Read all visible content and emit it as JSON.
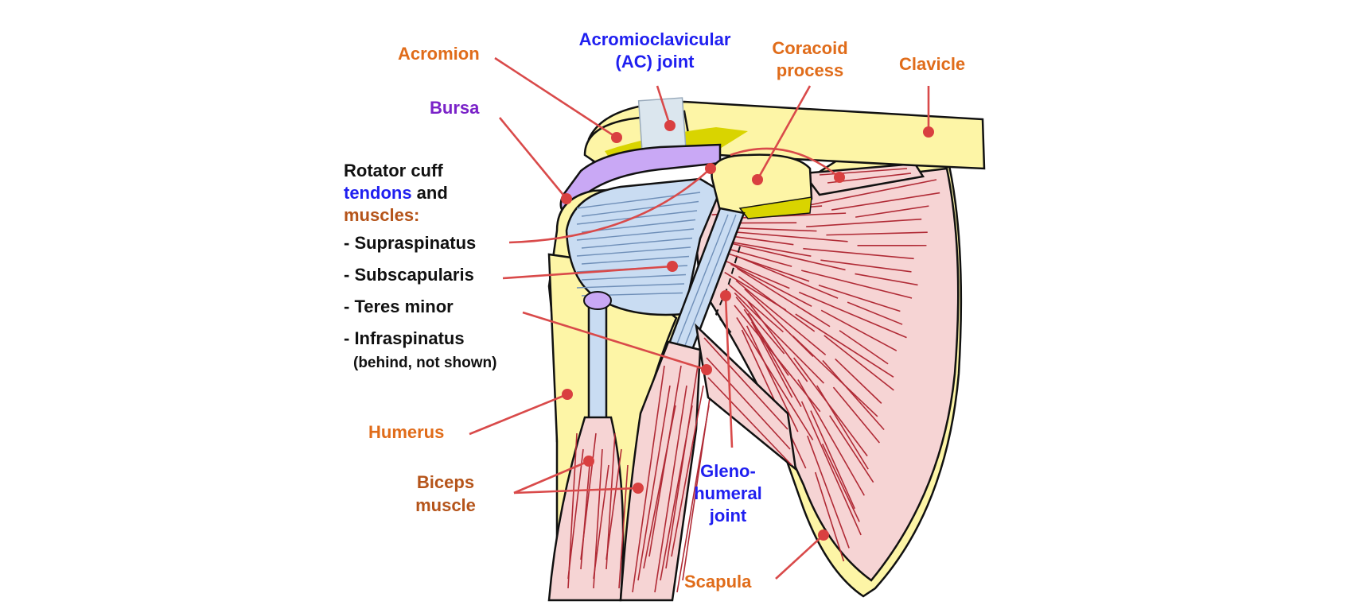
{
  "colors": {
    "bone_label": "#e06c1a",
    "joint_label": "#1f1ff0",
    "bursa_label": "#7a22c8",
    "muscle_label": "#b5541a",
    "text_black": "#111111",
    "leader": "#d94a4a",
    "bone_fill": "#fdf5a6",
    "muscle_fill": "#f6d4d4",
    "tendon_fill": "#c9dcf2",
    "bursa_fill": "#c9a8f5"
  },
  "labels": {
    "acromion": "Acromion",
    "ac_joint_line1": "Acromioclavicular",
    "ac_joint_line2": "(AC) joint",
    "coracoid_line1": "Coracoid",
    "coracoid_line2": "process",
    "clavicle": "Clavicle",
    "bursa": "Bursa",
    "rotator_line1": "Rotator cuff",
    "rotator_tendons": "tendons",
    "rotator_and": " and",
    "rotator_muscles": "muscles:",
    "supraspinatus": "- Supraspinatus",
    "subscapularis": "- Subscapularis",
    "teres_minor": "- Teres minor",
    "infraspinatus": "- Infraspinatus",
    "infraspinatus_note": "(behind, not shown)",
    "humerus": "Humerus",
    "biceps_line1": "Biceps",
    "biceps_line2": "muscle",
    "glenohumeral_line1": "Gleno-",
    "glenohumeral_line2": "humeral",
    "glenohumeral_line3": "joint",
    "scapula": "Scapula"
  }
}
